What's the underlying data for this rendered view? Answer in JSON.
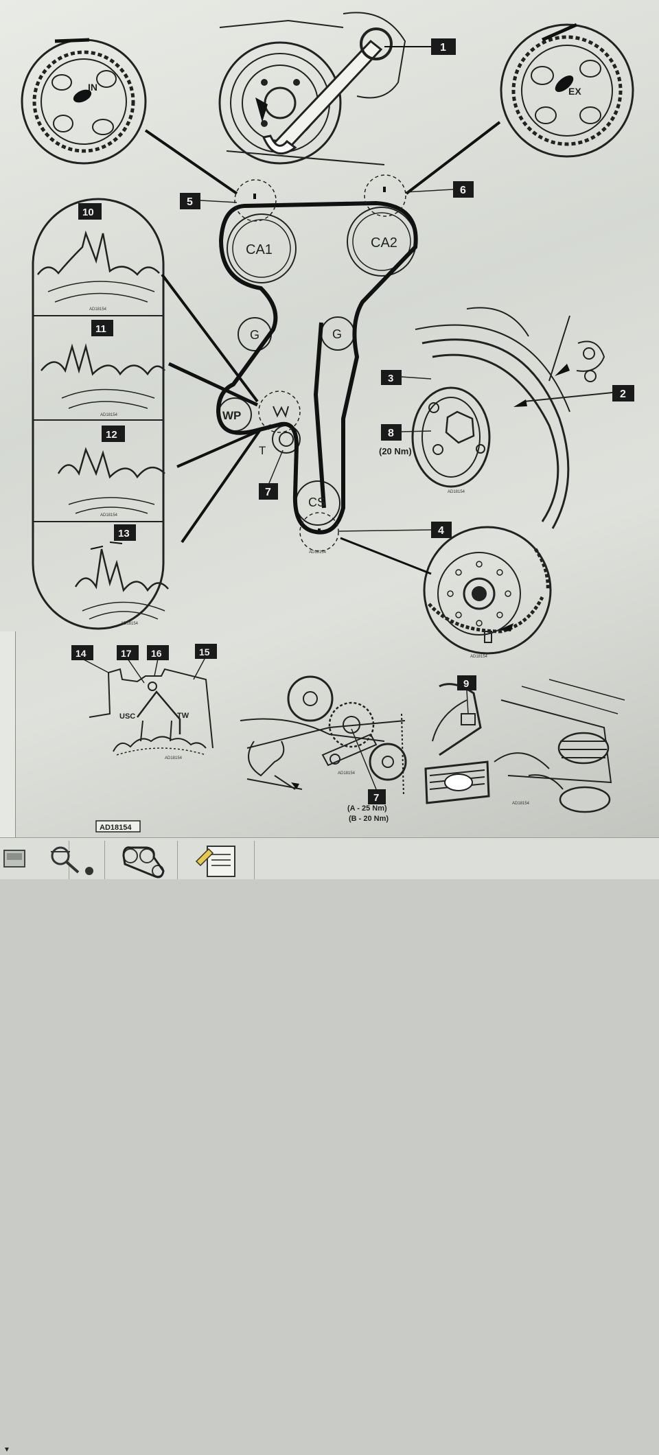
{
  "labels": {
    "ca1": "CA1",
    "ca2": "CA2",
    "g": "G",
    "wp": "WP",
    "t": "T",
    "cs": "CS",
    "in": "IN",
    "ex": "EX",
    "usc": "USC",
    "tw": "TW"
  },
  "callouts": {
    "n1": "1",
    "n2": "2",
    "n3": "3",
    "n4": "4",
    "n5": "5",
    "n6": "6",
    "n7": "7",
    "n8": "8",
    "n9": "9",
    "n10": "10",
    "n11": "11",
    "n12": "12",
    "n13": "13",
    "n14": "14",
    "n15": "15",
    "n16": "16",
    "n17": "17"
  },
  "torques": {
    "bolt8": "(20 Nm)",
    "bolt7a": "(A - 25 Nm)",
    "bolt7b": "(B - 20 Nm)"
  },
  "figure_code": "AD18154",
  "toolbar": {
    "buttons": [
      "vehicle-icon",
      "magnifier-icon",
      "belt-route-icon",
      "notes-edit-icon"
    ]
  },
  "colors": {
    "ink": "#1e1f1d",
    "paper": "#e3e5e0",
    "toolbar": "#dcded9"
  }
}
